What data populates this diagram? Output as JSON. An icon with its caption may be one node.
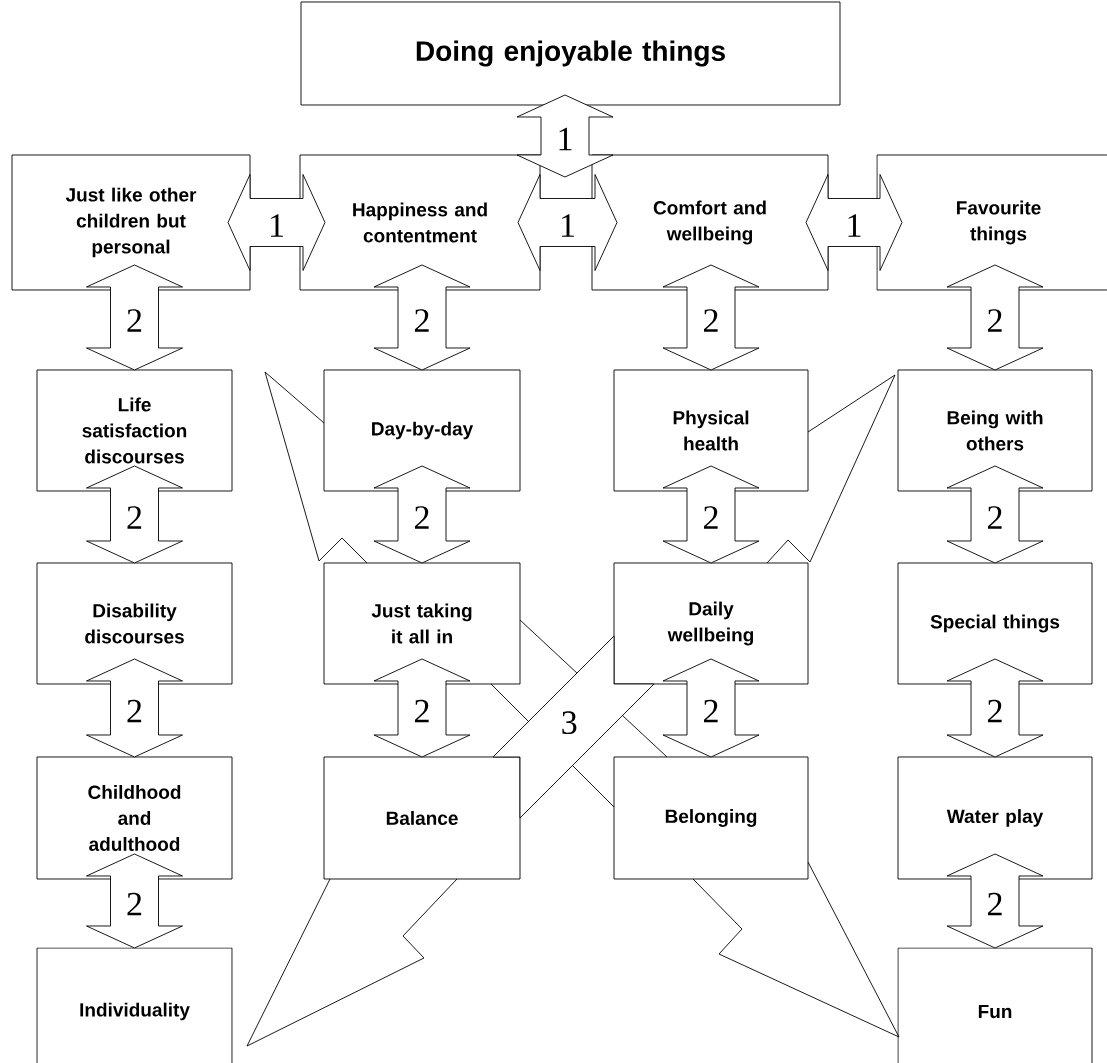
{
  "diagram": {
    "nodes": [
      {
        "text": [
          "Doing enjoyable things"
        ]
      },
      {
        "text": [
          "Just like other children but personal"
        ]
      },
      {
        "text": [
          "Happiness and contentment"
        ]
      },
      {
        "text": [
          "Comfort and wellbeing"
        ]
      },
      {
        "text": [
          "Favourite things"
        ]
      },
      {
        "text": [
          "Life satisfaction discourses"
        ]
      },
      {
        "text": [
          "Day-by-day"
        ]
      },
      {
        "text": [
          "Physical health"
        ]
      },
      {
        "text": [
          "Being with others"
        ]
      },
      {
        "text": [
          "Disability discourses"
        ]
      },
      {
        "text": [
          "Just taking it all in"
        ]
      },
      {
        "text": [
          "Daily wellbeing"
        ]
      },
      {
        "text": [
          "Special things"
        ]
      },
      {
        "text": [
          "Childhood and adulthood"
        ]
      },
      {
        "text": [
          "Balance"
        ]
      },
      {
        "text": [
          "Belonging"
        ]
      },
      {
        "text": [
          "Water play"
        ]
      },
      {
        "text": [
          "Individuality"
        ]
      },
      {
        "text": [
          "Fun"
        ]
      }
    ],
    "edges": [
      {
        "from": 0,
        "to": null,
        "arrow": "both",
        "label": "1"
      },
      {
        "from": 1,
        "to": 2,
        "arrow": "both",
        "label": "1"
      },
      {
        "from": 2,
        "to": 3,
        "arrow": "both",
        "label": "1"
      },
      {
        "from": 3,
        "to": 4,
        "arrow": "both",
        "label": "1"
      },
      {
        "from": 1,
        "to": 5,
        "arrow": "both",
        "label": "2"
      },
      {
        "from": 2,
        "to": 6,
        "arrow": "both",
        "label": "2"
      },
      {
        "from": 3,
        "to": 7,
        "arrow": "both",
        "label": "2"
      },
      {
        "from": 4,
        "to": 8,
        "arrow": "both",
        "label": "2"
      },
      {
        "from": 5,
        "to": 9,
        "arrow": "both",
        "label": "2"
      },
      {
        "from": 6,
        "to": 10,
        "arrow": "both",
        "label": "2"
      },
      {
        "from": 7,
        "to": 11,
        "arrow": "both",
        "label": "2"
      },
      {
        "from": 8,
        "to": 12,
        "arrow": "both",
        "label": "2"
      },
      {
        "from": 9,
        "to": 13,
        "arrow": "both",
        "label": "2"
      },
      {
        "from": 10,
        "to": 14,
        "arrow": "both",
        "label": "2"
      },
      {
        "from": 11,
        "to": 15,
        "arrow": "both",
        "label": "2"
      },
      {
        "from": 12,
        "to": 16,
        "arrow": "both",
        "label": "2"
      },
      {
        "from": 13,
        "to": 17,
        "arrow": "both",
        "label": "2"
      },
      {
        "from": 16,
        "to": 18,
        "arrow": "both",
        "label": "2"
      },
      {
        "from": 10,
        "to": 15,
        "arrow": "none"
      },
      {
        "from": 14,
        "to": 11,
        "arrow": "none",
        "label": "3"
      }
    ]
  }
}
